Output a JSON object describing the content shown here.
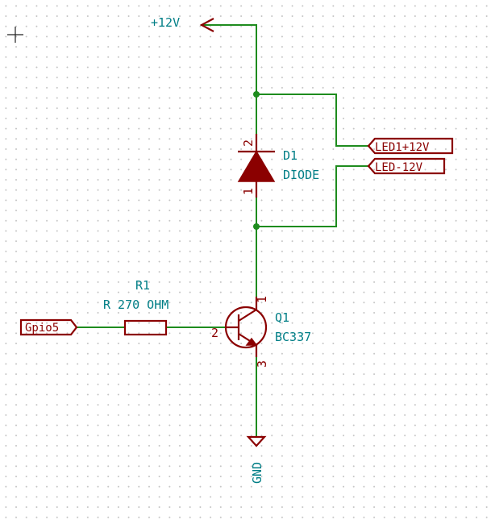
{
  "power": {
    "vcc_label": "+12V",
    "gnd_label": "GND"
  },
  "diode": {
    "ref": "D1",
    "value": "DIODE",
    "pin_anode": "2",
    "pin_cathode": "1"
  },
  "resistor": {
    "ref": "R1",
    "value": "R 270 OHM"
  },
  "transistor": {
    "ref": "Q1",
    "value": "BC337",
    "pin_collector": "1",
    "pin_base": "2",
    "pin_emitter": "3"
  },
  "labels": {
    "led_plus": "LED1+12V",
    "led_minus": "LED-12V",
    "gpio": "Gpio5"
  },
  "colors": {
    "wire": "#1e8c1e",
    "component": "#8b0000",
    "text": "#007e86",
    "background": "#ffffff",
    "grid_dot": "#c4c4c4"
  }
}
